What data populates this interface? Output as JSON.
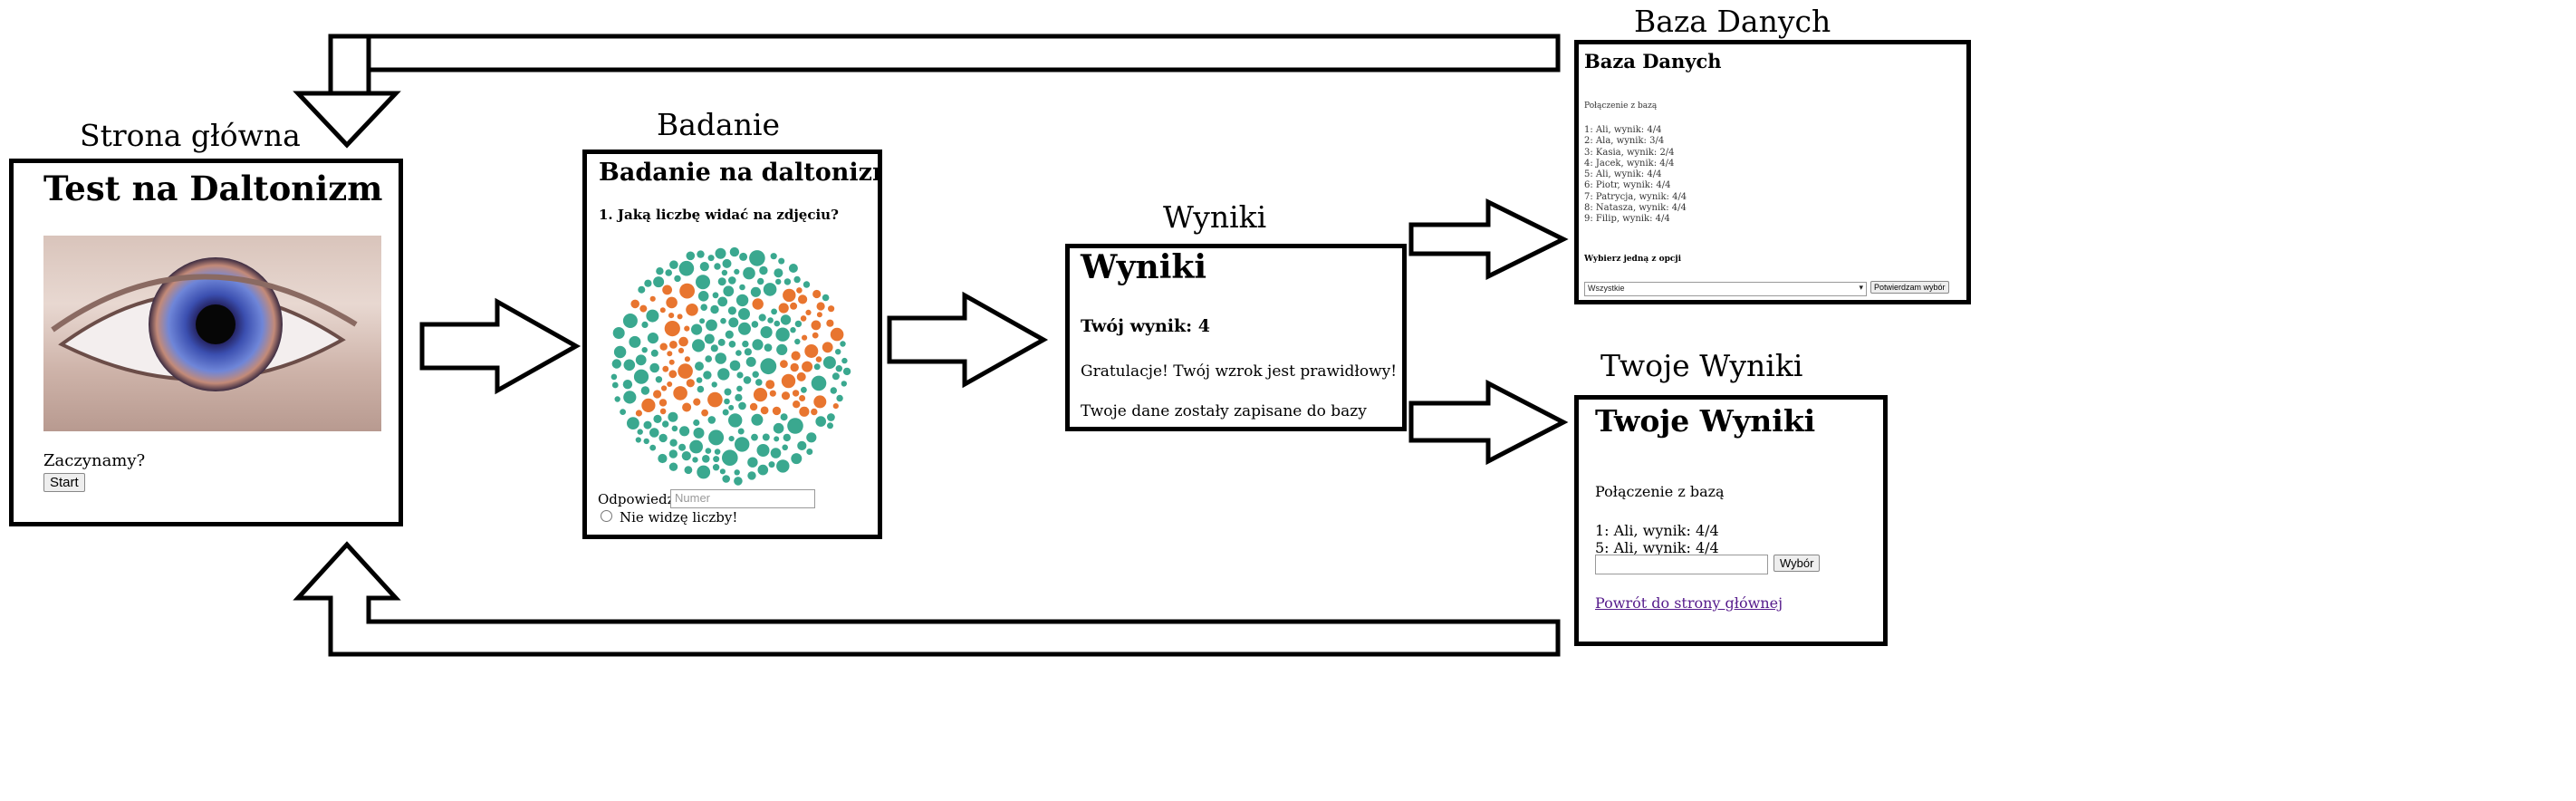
{
  "labels": {
    "home": "Strona główna",
    "test": "Badanie",
    "results": "Wyniki",
    "database": "Baza Danych",
    "your_results": "Twoje Wyniki"
  },
  "home": {
    "heading": "Test na Daltonizm",
    "prompt": "Zaczynamy?",
    "start_button": "Start"
  },
  "test": {
    "heading": "Badanie na daltonizm",
    "question": "1. Jaką liczbę widać na zdjęciu?",
    "plate_number": "12",
    "answer_label": "Odpowiedz:",
    "answer_placeholder": "Numer",
    "no_number_option": "Nie widzę liczby!"
  },
  "results": {
    "heading": "Wyniki",
    "score": "Twój wynik: 4",
    "message": "Gratulacje! Twój wzrok jest prawidłowy!",
    "saved": "Twoje dane zostały zapisane do bazy"
  },
  "database": {
    "heading": "Baza Danych",
    "connection": "Połączenie z bazą",
    "entries": [
      "1: Ali, wynik: 4/4",
      "2: Ala, wynik: 3/4",
      "3: Kasia, wynik: 2/4",
      "4: Jacek, wynik: 4/4",
      "5: Ali, wynik: 4/4",
      "6: Piotr, wynik: 4/4",
      "7: Patrycja, wynik: 4/4",
      "8: Natasza, wynik: 4/4",
      "9: Filip, wynik: 4/4"
    ],
    "choose_label": "Wybierz jedną z opcji",
    "select_value": "Wszystkie",
    "confirm_button": "Potwierdzam wybór"
  },
  "your_results": {
    "heading": "Twoje Wyniki",
    "connection": "Połączenie z bazą",
    "entries": [
      "1: Ali, wynik: 4/4",
      "5: Ali, wynik: 4/4"
    ],
    "choose_button": "Wybór",
    "back_link": "Powrót do strony głównej"
  },
  "colors": {
    "plate_background": "#3aa88f",
    "plate_number": "#e8752f",
    "link": "#551a8b"
  }
}
